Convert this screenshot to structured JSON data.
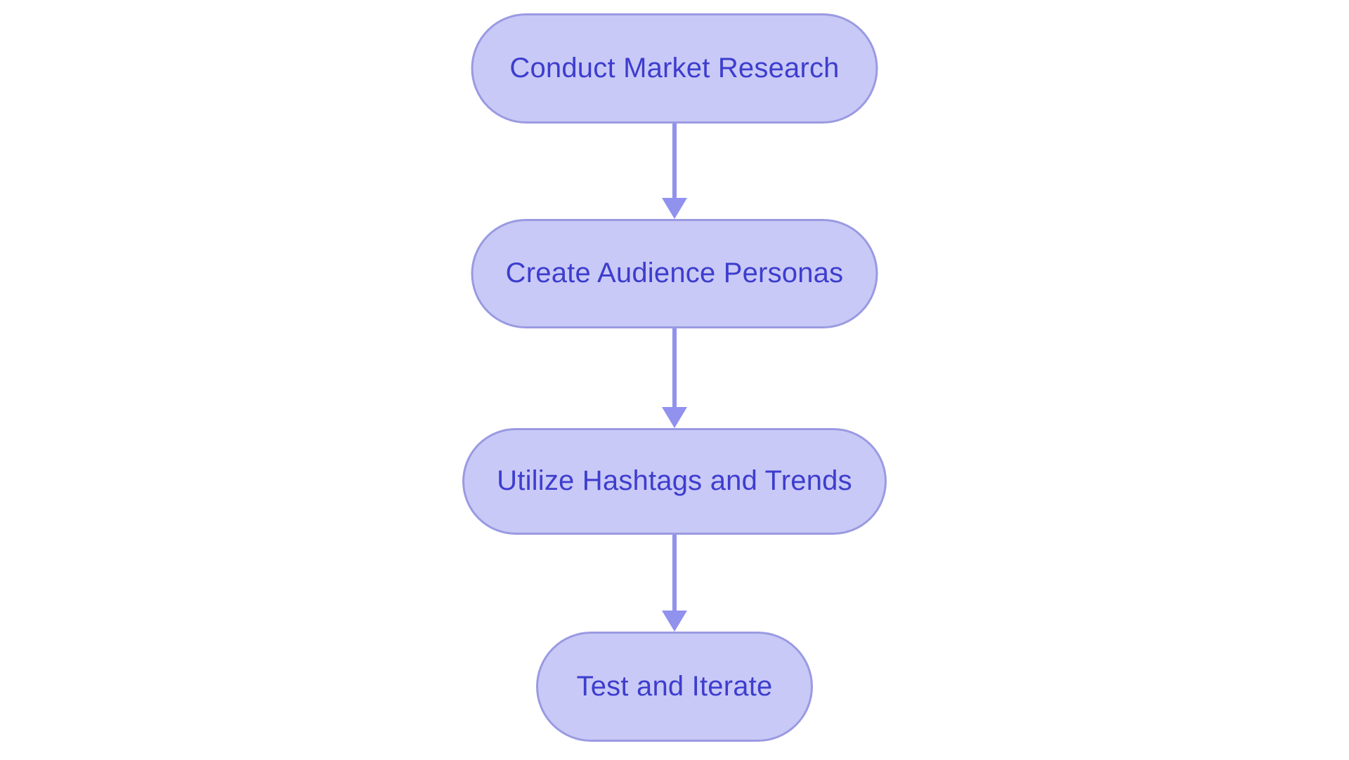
{
  "diagram": {
    "type": "flowchart",
    "direction": "top-down",
    "nodes": [
      {
        "id": "n1",
        "label": "Conduct Market Research"
      },
      {
        "id": "n2",
        "label": "Create Audience Personas"
      },
      {
        "id": "n3",
        "label": "Utilize Hashtags and Trends"
      },
      {
        "id": "n4",
        "label": "Test and Iterate"
      }
    ],
    "edges": [
      {
        "from": "Conduct Market Research",
        "to": "Create Audience Personas",
        "style": "arrow-down"
      },
      {
        "from": "Create Audience Personas",
        "to": "Utilize Hashtags and Trends",
        "style": "arrow-down"
      },
      {
        "from": "Utilize Hashtags and Trends",
        "to": "Test and Iterate",
        "style": "arrow-down"
      }
    ],
    "colors": {
      "background": "#FFFFFF",
      "node_fill": "#C9C9F7",
      "node_border": "#9A9AE2",
      "arrow": "#9191EE",
      "text": "#3D3DCE"
    }
  }
}
